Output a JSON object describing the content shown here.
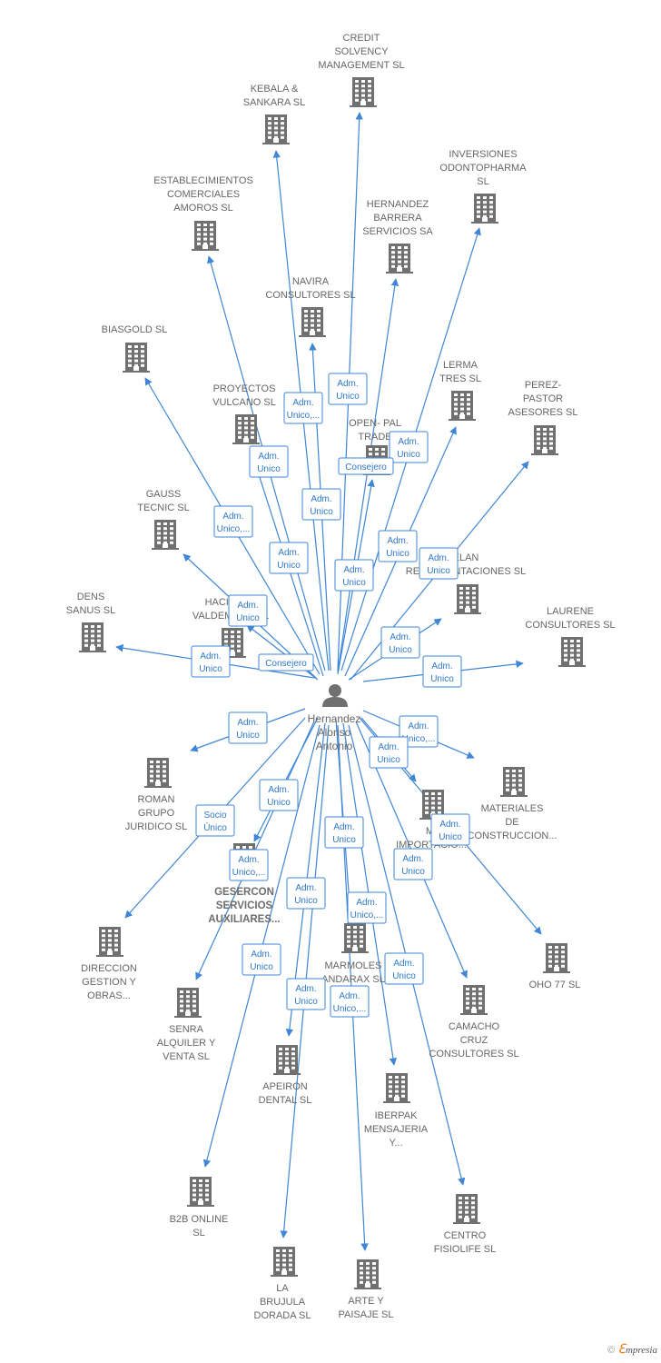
{
  "center": {
    "lines": [
      "Hernandez",
      "Alonso",
      "Antonio"
    ]
  },
  "companies": [
    {
      "id": "credit",
      "lines": [
        "CREDIT",
        "SOLVENCY",
        "MANAGEMENT SL"
      ]
    },
    {
      "id": "kebala",
      "lines": [
        "KEBALA &",
        "SANKARA SL"
      ]
    },
    {
      "id": "inversiones",
      "lines": [
        "INVERSIONES",
        "ODONTOPHARMA",
        "SL"
      ]
    },
    {
      "id": "establecimientos",
      "lines": [
        "ESTABLECIMIENTOS",
        "COMERCIALES",
        "AMOROS SL"
      ]
    },
    {
      "id": "hernandez-barrera",
      "lines": [
        "HERNANDEZ",
        "BARRERA",
        "SERVICIOS SA"
      ]
    },
    {
      "id": "navira",
      "lines": [
        "NAVIRA",
        "CONSULTORES SL"
      ]
    },
    {
      "id": "biasgold",
      "lines": [
        "BIASGOLD SL"
      ]
    },
    {
      "id": "lerma",
      "lines": [
        "LERMA",
        "TRES SL"
      ]
    },
    {
      "id": "perez-pastor",
      "lines": [
        "PEREZ-",
        "PASTOR",
        "ASESORES SL"
      ]
    },
    {
      "id": "proyectos",
      "lines": [
        "PROYECTOS",
        "VULCANO SL"
      ]
    },
    {
      "id": "open-pal",
      "lines": [
        "OPEN- PAL",
        "TRADE"
      ]
    },
    {
      "id": "gauss",
      "lines": [
        "GAUSS",
        "TECNIC SL"
      ]
    },
    {
      "id": "elan",
      "lines": [
        "ELAN",
        "REPRESENTACIONES SL"
      ]
    },
    {
      "id": "dens",
      "lines": [
        "DENS",
        "SANUS SL"
      ]
    },
    {
      "id": "hacienda",
      "lines": [
        "HACIENDA",
        "VALDEMORA SL"
      ]
    },
    {
      "id": "laurene",
      "lines": [
        "LAURENE",
        "CONSULTORES SL"
      ]
    },
    {
      "id": "roman",
      "lines": [
        "ROMAN",
        "GRUPO",
        "JURIDICO  SL"
      ]
    },
    {
      "id": "materiales",
      "lines": [
        "MATERIALES",
        "DE",
        "CONSTRUCCION..."
      ]
    },
    {
      "id": "m-importacion",
      "lines": [
        "M.",
        "IMPORTACIO..."
      ]
    },
    {
      "id": "gesercon",
      "lines": [
        "GESERCON",
        "SERVICIOS",
        "AUXILIARES..."
      ],
      "bold": true
    },
    {
      "id": "direccion",
      "lines": [
        "DIRECCION",
        "GESTION Y",
        "OBRAS..."
      ]
    },
    {
      "id": "oho",
      "lines": [
        "OHO 77  SL"
      ]
    },
    {
      "id": "marmoles",
      "lines": [
        "MARMOLES",
        "ANDARAX SL"
      ]
    },
    {
      "id": "senra",
      "lines": [
        "SENRA",
        "ALQUILER Y",
        "VENTA SL"
      ]
    },
    {
      "id": "camacho",
      "lines": [
        "CAMACHO",
        "CRUZ",
        "CONSULTORES SL"
      ]
    },
    {
      "id": "apeiron",
      "lines": [
        "APEIRON",
        "DENTAL  SL"
      ]
    },
    {
      "id": "iberpak",
      "lines": [
        "IBERPAK",
        "MENSAJERIA",
        "Y..."
      ]
    },
    {
      "id": "b2b",
      "lines": [
        "B2B ONLINE",
        "SL"
      ]
    },
    {
      "id": "centro",
      "lines": [
        "CENTRO",
        "FISIOLIFE SL"
      ]
    },
    {
      "id": "la-brujula",
      "lines": [
        "LA",
        "BRUJULA",
        "DORADA SL"
      ]
    },
    {
      "id": "arte",
      "lines": [
        "ARTE Y",
        "PAISAJE SL"
      ]
    }
  ],
  "relations": [
    {
      "to": "credit",
      "lines": [
        "Adm.",
        "Unico"
      ]
    },
    {
      "to": "kebala",
      "lines": [
        "Adm.",
        "Unico,..."
      ]
    },
    {
      "to": "inversiones",
      "lines": [
        "Adm.",
        "Unico"
      ]
    },
    {
      "to": "establecimientos",
      "lines": [
        "Adm.",
        "Unico"
      ]
    },
    {
      "to": "hernandez-barrera",
      "lines": [
        "Consejero"
      ]
    },
    {
      "to": "navira",
      "lines": [
        "Adm.",
        "Unico"
      ]
    },
    {
      "to": "biasgold",
      "lines": [
        "Adm.",
        "Unico,..."
      ]
    },
    {
      "to": "lerma",
      "lines": [
        "Adm.",
        "Unico"
      ]
    },
    {
      "to": "perez-pastor",
      "lines": [
        "Adm.",
        "Unico"
      ]
    },
    {
      "to": "proyectos",
      "lines": [
        "Adm.",
        "Unico"
      ]
    },
    {
      "to": "open-pal",
      "lines": [
        "Adm.",
        "Unico"
      ]
    },
    {
      "to": "gauss",
      "lines": [
        "Adm.",
        "Unico"
      ]
    },
    {
      "to": "dens",
      "lines": [
        "Adm.",
        "Unico"
      ]
    },
    {
      "to": "hacienda",
      "lines": [
        "Consejero"
      ]
    },
    {
      "to": "elan",
      "lines": [
        "Adm.",
        "Unico"
      ]
    },
    {
      "to": "laurene",
      "lines": [
        "Adm.",
        "Unico"
      ]
    },
    {
      "to": "roman",
      "lines": [
        "Adm.",
        "Unico"
      ]
    },
    {
      "to": "materiales",
      "lines": [
        "Adm.",
        "Unico,..."
      ]
    },
    {
      "to": "m-importacion",
      "lines": [
        "Adm.",
        "Unico"
      ]
    },
    {
      "to": "oho",
      "lines": [
        "Adm.",
        "Unico"
      ]
    },
    {
      "to": "gesercon",
      "lines": [
        "Adm.",
        "Unico"
      ]
    },
    {
      "to": "direccion",
      "lines": [
        "Socio",
        "Único"
      ]
    },
    {
      "to": "senra",
      "lines": [
        "Adm.",
        "Unico,..."
      ]
    },
    {
      "to": "marmoles",
      "lines": [
        "Adm.",
        "Unico"
      ]
    },
    {
      "to": "camacho",
      "lines": [
        "Adm.",
        "Unico"
      ]
    },
    {
      "to": "apeiron",
      "lines": [
        "Adm.",
        "Unico"
      ]
    },
    {
      "to": "iberpak",
      "lines": [
        "Adm.",
        "Unico,..."
      ]
    },
    {
      "to": "b2b",
      "lines": [
        "Adm.",
        "Unico"
      ]
    },
    {
      "to": "centro",
      "lines": [
        "Adm.",
        "Unico"
      ]
    },
    {
      "to": "la-brujula",
      "lines": [
        "Adm.",
        "Unico"
      ]
    },
    {
      "to": "arte",
      "lines": [
        "Adm.",
        "Unico,..."
      ]
    }
  ],
  "watermark": {
    "copyright": "©",
    "brand_first": "ℇ",
    "brand_rest": "mpresia"
  },
  "colors": {
    "edge": "#3f86d6",
    "node": "#707070",
    "label": "#666666"
  }
}
